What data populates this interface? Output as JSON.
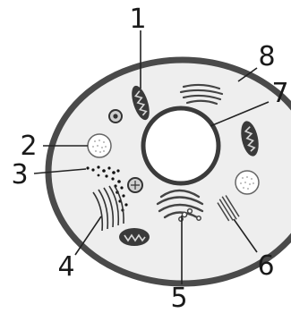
{
  "labels": {
    "l1": "1",
    "l2": "2",
    "l3": "3",
    "l4": "4",
    "l5": "5",
    "l6": "6",
    "l7": "7",
    "l8": "8"
  },
  "colors": {
    "cell_wall": "#4a4a4a",
    "cytoplasm": "#eeeeee",
    "nucleus_fill": "#ffffff",
    "organelle_dark": "#3a3a3a",
    "leader_line": "#222222"
  },
  "icons": [
    "mitochondrion-icon",
    "vacuole-icon",
    "ribosome-icon",
    "endoplasmic-reticulum-icon",
    "golgi-icon",
    "chloroplast-icon"
  ]
}
